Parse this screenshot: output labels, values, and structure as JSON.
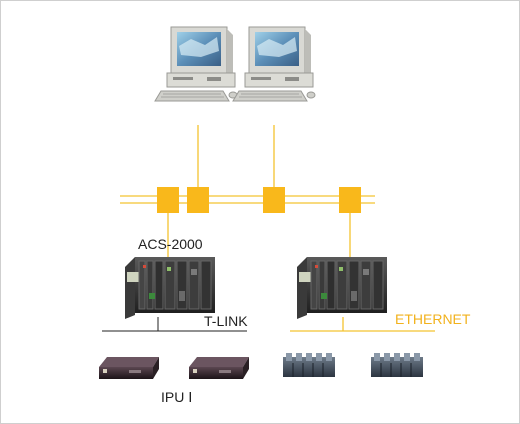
{
  "labels": {
    "acs": "ACS-2000",
    "tlink": "T-LINK",
    "ethernet": "ETHERNET",
    "ipu": "IPU Ⅰ"
  },
  "colors": {
    "network_line": "#f4c430",
    "node_box": "#f9b81b",
    "bus_line": "#222222",
    "ethernet_text": "#f2b21d"
  },
  "icons": {
    "workstations": "desktop-computer-icon",
    "plc_racks": "plc-rack-icon",
    "ipu_devices": "ipu-module-icon",
    "io_devices": "io-module-icon"
  }
}
